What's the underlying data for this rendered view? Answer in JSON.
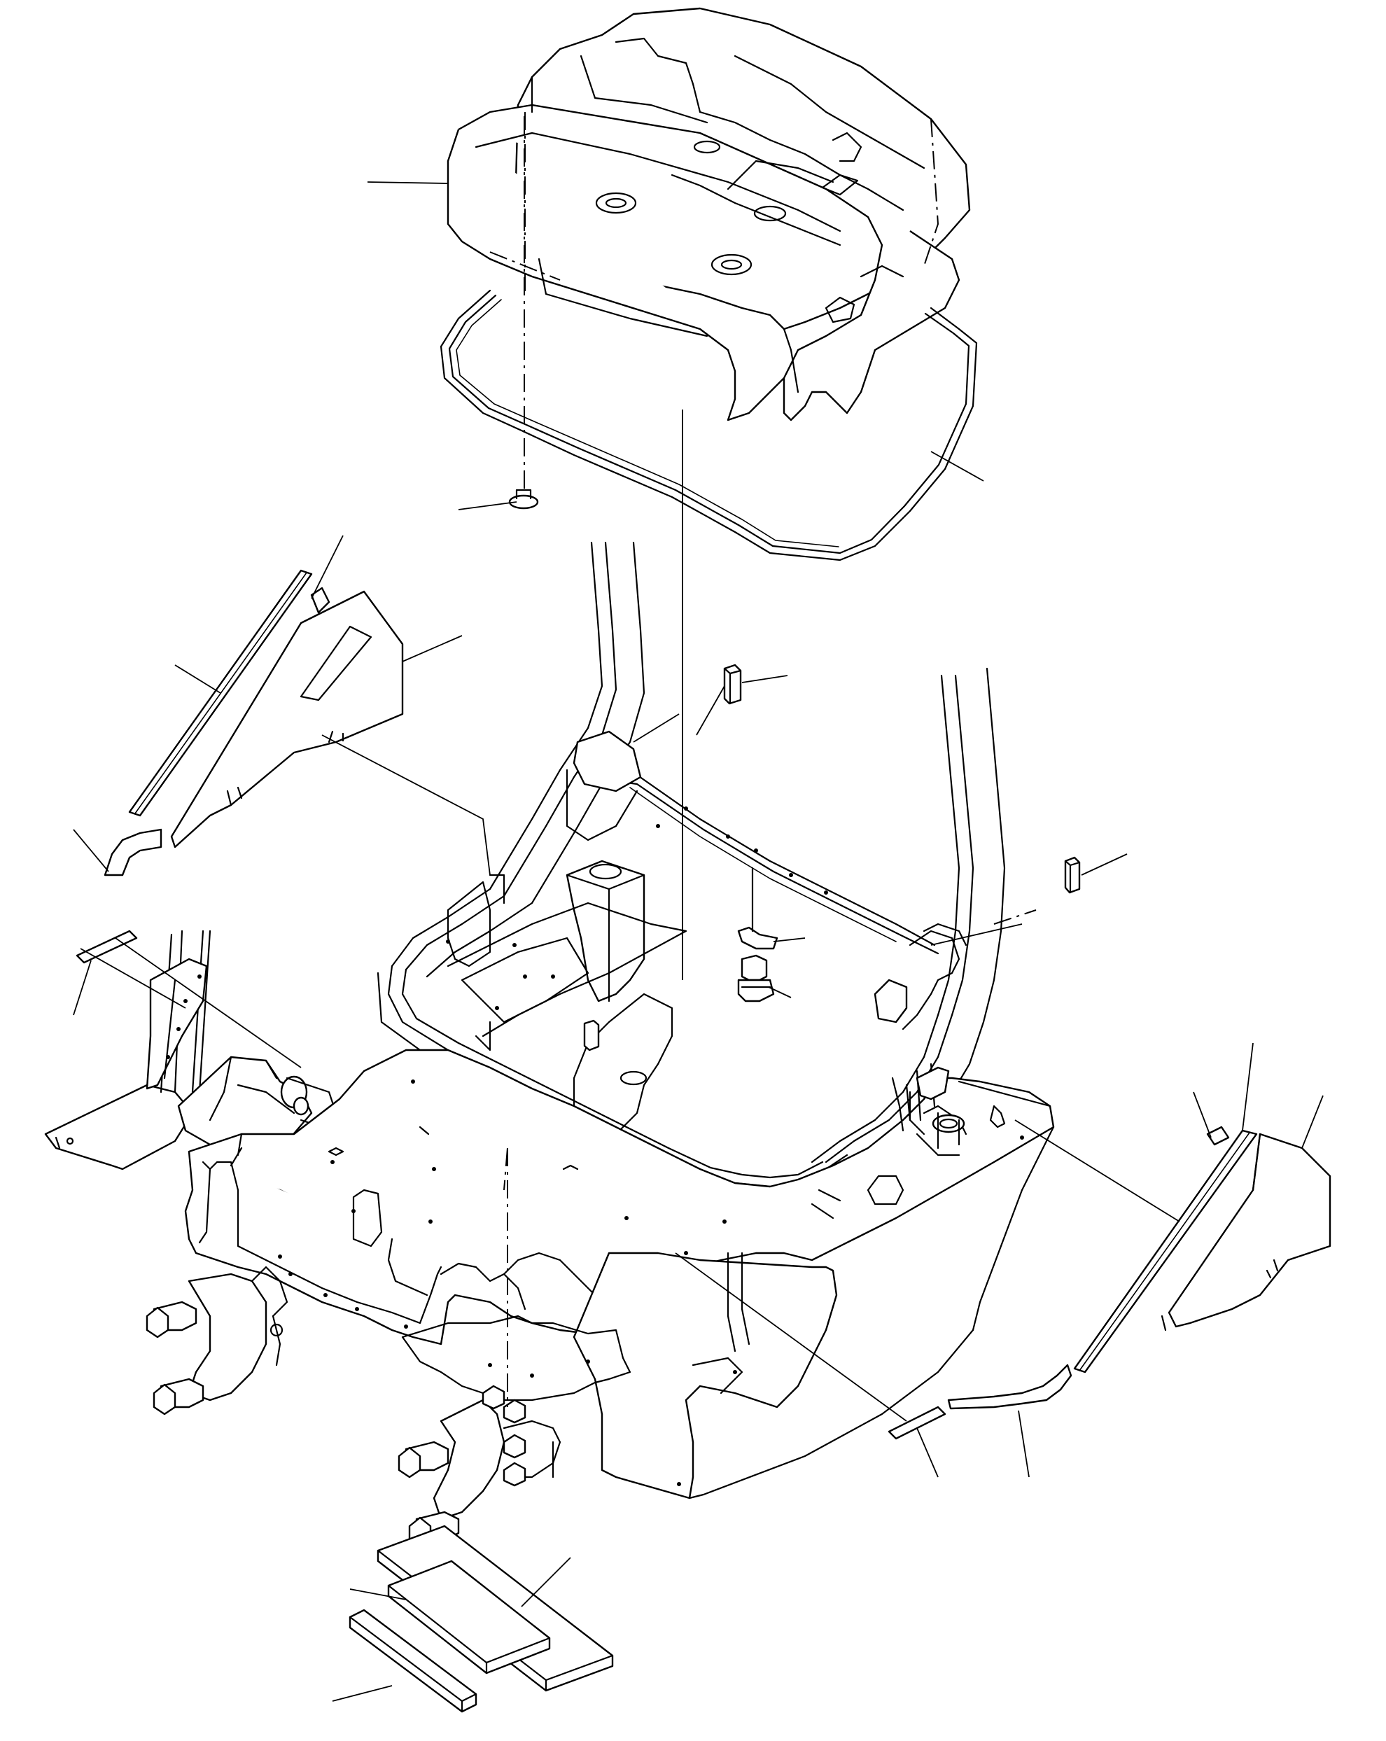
{
  "diagram": {
    "kind": "exploded-parts-view",
    "colors": {
      "line": "#000000",
      "background": "#ffffff"
    },
    "parts": [
      {
        "name": "seat-tub-cover"
      },
      {
        "name": "cover-seal-gasket"
      },
      {
        "name": "grommet-small"
      },
      {
        "name": "left-side-cover-panel"
      },
      {
        "name": "left-trim-strip-long"
      },
      {
        "name": "left-trim-strip-top"
      },
      {
        "name": "left-curved-seal"
      },
      {
        "name": "left-small-pad"
      },
      {
        "name": "top-pad-block"
      },
      {
        "name": "right-pad-block"
      },
      {
        "name": "latch-bracket"
      },
      {
        "name": "latch-striker-bolt"
      },
      {
        "name": "operator-frame"
      },
      {
        "name": "right-side-cover-panel"
      },
      {
        "name": "right-trim-strip-long"
      },
      {
        "name": "right-trim-strip-top"
      },
      {
        "name": "right-curved-seal"
      },
      {
        "name": "right-small-pad"
      },
      {
        "name": "bottom-plate-large"
      },
      {
        "name": "bottom-plate-medium"
      },
      {
        "name": "bottom-plate-small"
      }
    ]
  }
}
